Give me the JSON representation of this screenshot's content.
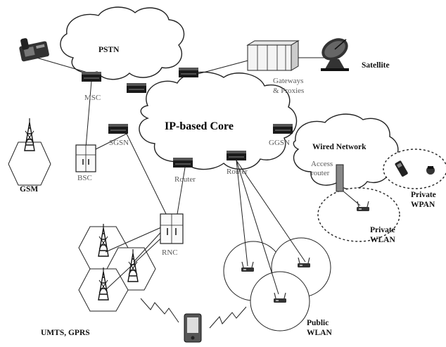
{
  "labels": {
    "pstn": "PSTN",
    "ip_core": "IP-based Core",
    "wired_network": "Wired Network",
    "satellite": "Satellite",
    "gateways_line1": "Gateways",
    "gateways_line2": "& Proxies",
    "msc": "MSC",
    "sgsn": "SGSN",
    "ggsn": "GGSN",
    "bsc": "BSC",
    "gsm": "GSM",
    "router_left": "Router",
    "router_right": "Router",
    "access_router_line1": "Access",
    "access_router_line2": "router",
    "rnc": "RNC",
    "umts_gprs": "UMTS, GPRS",
    "private_wlan_line1": "Private",
    "private_wlan_line2": "WLAN",
    "private_wpan_line1": "Private",
    "private_wpan_line2": "WPAN",
    "public_wlan_line1": "Public",
    "public_wlan_line2": "WLAN"
  },
  "icons": [
    "desk-phone-icon",
    "satellite-dish-icon",
    "gateway-server-icon",
    "router-device-icon",
    "cell-tower-icon",
    "base-station-controller-icon",
    "rnc-icon",
    "access-point-icon",
    "mobile-phone-icon",
    "headset-icon",
    "pda-icon",
    "wireless-link-icon"
  ]
}
